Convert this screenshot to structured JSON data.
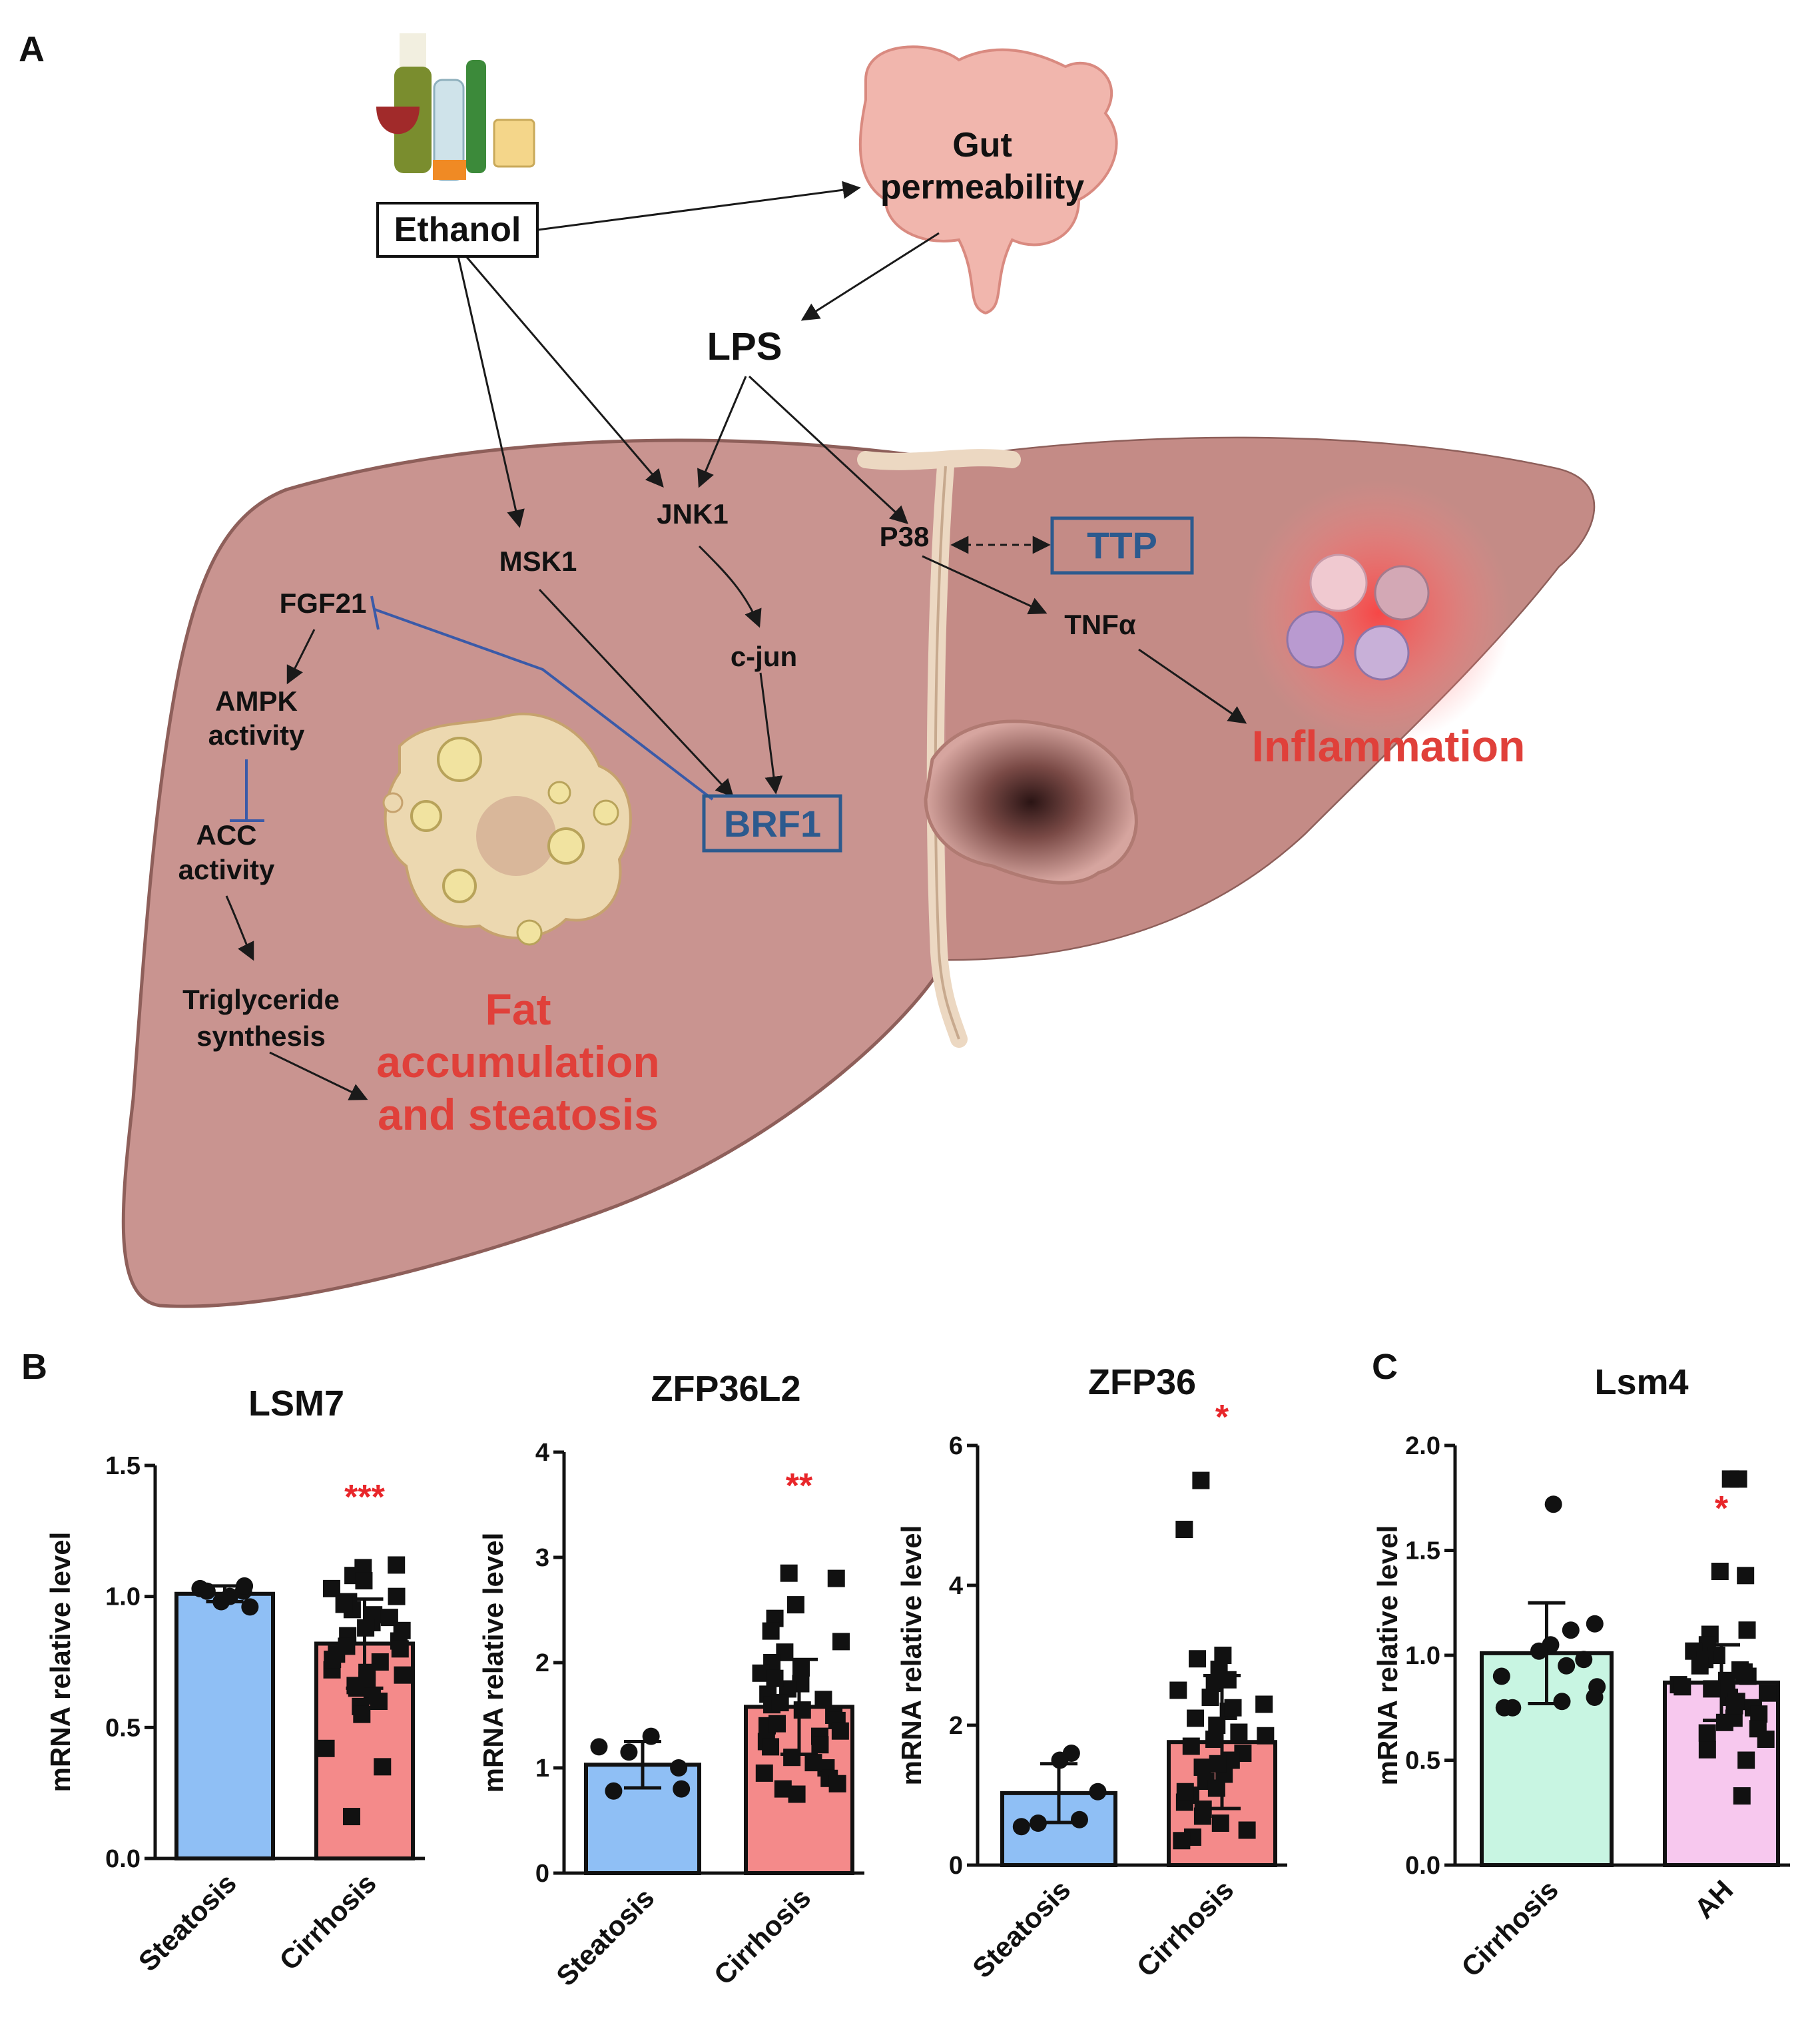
{
  "panel_a": {
    "letter": "A",
    "ethanol": "Ethanol",
    "gut_line1": "Gut",
    "gut_line2": "permeability",
    "lps": "LPS",
    "jnk1": "JNK1",
    "msk1": "MSK1",
    "p38": "P38",
    "ttp": "TTP",
    "fgf21": "FGF21",
    "cjun": "c-jun",
    "tnfa": "TNFα",
    "ampk_line1": "AMPK",
    "ampk_line2": "activity",
    "acc_line1": "ACC",
    "acc_line2": "activity",
    "brf1": "BRF1",
    "tg_line1": "Triglyceride",
    "tg_line2": "synthesis",
    "fat_line1": "Fat",
    "fat_line2": "accumulation",
    "fat_line3": "and steatosis",
    "inflammation": "Inflammation"
  },
  "colors": {
    "liver": "#c99490",
    "liver_edge": "#8e5f5a",
    "blue_node": "#2c5a8e",
    "red_text": "#e0403a",
    "star": "#e8262a",
    "steatosis_bar": "#8fbff5",
    "cirrhosis_bar": "#f48a8a",
    "cirrhosis_c_bar": "#c8f5e2",
    "ah_bar": "#f7c8ee"
  },
  "panel_b_letter": "B",
  "panel_c_letter": "C",
  "chart_data": [
    {
      "type": "bar",
      "title": "LSM7",
      "ylabel": "mRNA relative level",
      "categories": [
        "Steatosis",
        "Cirrhosis"
      ],
      "values": [
        1.01,
        0.82
      ],
      "errors": [
        0.03,
        0.17
      ],
      "ylim": [
        0,
        1.5
      ],
      "yticks": [
        "0.0",
        "0.5",
        "1.0",
        "1.5"
      ],
      "significance": "***",
      "points": [
        [
          1.03,
          1.02,
          1.0,
          0.98,
          1.02,
          0.96,
          1.04
        ],
        [
          1.12,
          1.11,
          1.08,
          1.06,
          1.03,
          1.0,
          0.98,
          0.95,
          0.93,
          0.9,
          0.88,
          0.85,
          0.83,
          0.8,
          0.78,
          0.75,
          0.72,
          0.7,
          0.68,
          0.65,
          0.62,
          0.58,
          0.55,
          0.42,
          0.35,
          0.16,
          0.97,
          0.92,
          0.87,
          0.81,
          0.76,
          0.71,
          0.66,
          0.6
        ]
      ],
      "colors": [
        "#8fbff5",
        "#f48a8a"
      ]
    },
    {
      "type": "bar",
      "title": "ZFP36L2",
      "ylabel": "mRNA relative level",
      "categories": [
        "Steatosis",
        "Cirrhosis"
      ],
      "values": [
        1.03,
        1.58
      ],
      "errors": [
        0.22,
        0.45
      ],
      "ylim": [
        0,
        4
      ],
      "yticks": [
        "0",
        "1",
        "2",
        "3",
        "4"
      ],
      "significance": "**",
      "points": [
        [
          1.3,
          1.2,
          1.15,
          1.0,
          0.78,
          0.8
        ],
        [
          2.85,
          2.8,
          2.55,
          2.42,
          2.3,
          2.2,
          2.1,
          2.0,
          1.95,
          1.9,
          1.8,
          1.75,
          1.7,
          1.65,
          1.6,
          1.55,
          1.5,
          1.45,
          1.4,
          1.35,
          1.3,
          1.25,
          1.2,
          1.1,
          1.0,
          0.95,
          0.9,
          0.85,
          0.8,
          0.75,
          1.85,
          1.62,
          1.42,
          1.22,
          1.05
        ]
      ],
      "colors": [
        "#8fbff5",
        "#f48a8a"
      ]
    },
    {
      "type": "bar",
      "title": "ZFP36",
      "ylabel": "mRNA relative level",
      "categories": [
        "Steatosis",
        "Cirrhosis"
      ],
      "values": [
        1.03,
        1.76
      ],
      "errors": [
        0.42,
        0.95
      ],
      "ylim": [
        0,
        6
      ],
      "yticks": [
        "0",
        "2",
        "4",
        "6"
      ],
      "significance": "*",
      "points": [
        [
          1.6,
          1.5,
          1.05,
          0.65,
          0.55,
          0.6
        ],
        [
          5.5,
          4.8,
          3.0,
          2.95,
          2.8,
          2.6,
          2.5,
          2.4,
          2.3,
          2.2,
          2.1,
          2.0,
          1.9,
          1.8,
          1.7,
          1.6,
          1.5,
          1.4,
          1.3,
          1.2,
          1.1,
          1.0,
          0.9,
          0.8,
          0.7,
          0.6,
          0.5,
          0.4,
          0.35,
          2.65,
          2.25,
          1.85,
          1.45,
          1.05
        ]
      ],
      "colors": [
        "#8fbff5",
        "#f48a8a"
      ]
    },
    {
      "type": "bar",
      "title": "Lsm4",
      "ylabel": "mRNA relative level",
      "categories": [
        "Cirrhosis",
        "AH"
      ],
      "values": [
        1.01,
        0.87
      ],
      "errors": [
        0.24,
        0.18
      ],
      "ylim": [
        0,
        2.0
      ],
      "yticks": [
        "0.0",
        "0.5",
        "1.0",
        "1.5",
        "2.0"
      ],
      "significance": "*",
      "points": [
        [
          1.72,
          1.15,
          1.12,
          1.05,
          1.02,
          0.98,
          0.95,
          0.9,
          0.85,
          0.8,
          0.78,
          0.75,
          0.75
        ],
        [
          1.84,
          1.84,
          1.4,
          1.38,
          1.12,
          1.1,
          1.05,
          1.02,
          1.0,
          0.98,
          0.95,
          0.93,
          0.9,
          0.88,
          0.86,
          0.84,
          0.82,
          0.8,
          0.78,
          0.75,
          0.72,
          0.7,
          0.68,
          0.65,
          0.6,
          0.55,
          0.5,
          0.33,
          0.92,
          0.85,
          0.76,
          0.63
        ]
      ],
      "colors": [
        "#c8f5e2",
        "#f7c8ee"
      ]
    }
  ]
}
